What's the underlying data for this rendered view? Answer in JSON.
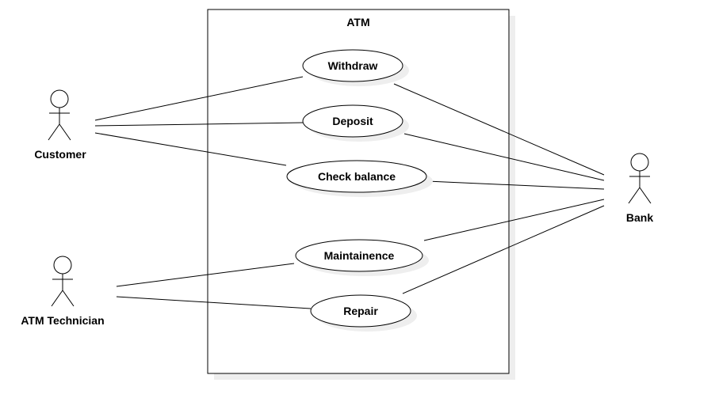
{
  "system": {
    "label": "ATM"
  },
  "actors": {
    "customer": {
      "label": "Customer"
    },
    "technician": {
      "label": "ATM Technician"
    },
    "bank": {
      "label": "Bank"
    }
  },
  "use_cases": {
    "withdraw": {
      "label": "Withdraw"
    },
    "deposit": {
      "label": "Deposit"
    },
    "check_balance": {
      "label": "Check balance"
    },
    "maintenance": {
      "label": "Maintainence"
    },
    "repair": {
      "label": "Repair"
    }
  },
  "colors": {
    "stroke": "#000000",
    "shadow": "#eeeeee",
    "fill": "#ffffff"
  }
}
